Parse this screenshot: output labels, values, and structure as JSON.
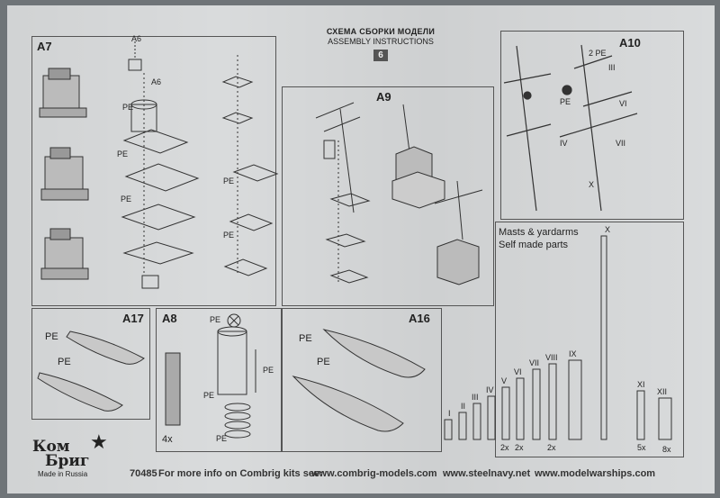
{
  "header": {
    "title_ru": "СХЕМА СБОРКИ МОДЕЛИ",
    "title_en": "ASSEMBLY INSTRUCTIONS",
    "page_number": "6"
  },
  "panels": {
    "a7": {
      "label": "A7",
      "parts": [
        "A6",
        "A6",
        "PE",
        "PE",
        "PE",
        "PE",
        "PE"
      ]
    },
    "a9": {
      "label": "A9"
    },
    "a10": {
      "label": "A10",
      "mast_labels": [
        "III",
        "VI",
        "IV",
        "VII",
        "X"
      ],
      "pe": [
        "PE",
        "2 PE"
      ]
    },
    "masts": {
      "title1": "Masts & yardarms",
      "title2": "Self made parts",
      "top_label": "X",
      "pieces": [
        "I",
        "II",
        "III",
        "IV",
        "V",
        "VI",
        "VII",
        "VIII",
        "IX",
        "XI",
        "XII"
      ],
      "counts": [
        "2x",
        "2x",
        "2x",
        "5x",
        "8x"
      ]
    },
    "a17": {
      "label": "A17",
      "pe1": "PE",
      "pe2": "PE"
    },
    "a8": {
      "label": "A8",
      "pe_labels": [
        "PE",
        "PE",
        "PE",
        "PE"
      ],
      "count": "4x"
    },
    "a16": {
      "label": "A16",
      "pe1": "PE",
      "pe2": "PE"
    }
  },
  "logo": {
    "line1": "Ком",
    "line2": "Бриг",
    "made_in": "Made in Russia"
  },
  "footer": {
    "code": "70485",
    "text": "For more info on Combrig kits see:",
    "url1": "www.combrig-models.com",
    "url2": "www.steelnavy.net",
    "url3": "www.modelwarships.com"
  }
}
